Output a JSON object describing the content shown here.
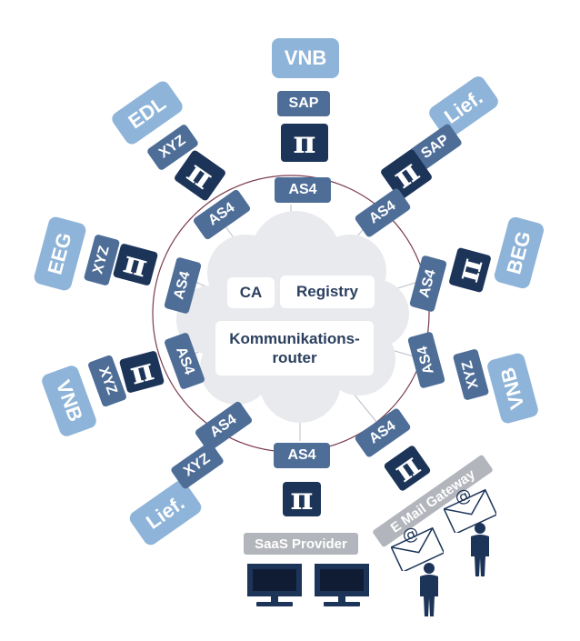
{
  "center": {
    "ca": "CA",
    "registry": "Registry",
    "router_line1": "Kommunikations-",
    "router_line2": "router"
  },
  "spokes": [
    {
      "id": "top",
      "outer": "VNB",
      "protocol": "SAP",
      "pi": "π",
      "gateway": "AS4"
    },
    {
      "id": "upper-right",
      "outer": "Lief.",
      "protocol": "SAP",
      "pi": "π",
      "gateway": "AS4"
    },
    {
      "id": "right",
      "outer": "BEG",
      "pi": "π",
      "gateway": "AS4"
    },
    {
      "id": "lower-right",
      "outer": "VNB",
      "protocol": "XYZ",
      "gateway": "AS4"
    },
    {
      "id": "email",
      "gateway": "AS4",
      "pi": "π",
      "label": "E Mail Gateway"
    },
    {
      "id": "saas",
      "gateway": "AS4",
      "pi": "π",
      "label": "SaaS Provider"
    },
    {
      "id": "lower-left",
      "outer": "Lief.",
      "protocol": "XYZ",
      "gateway": "AS4"
    },
    {
      "id": "left-lower",
      "outer": "VNB",
      "protocol": "XYZ",
      "pi": "π",
      "gateway": "AS4"
    },
    {
      "id": "left",
      "outer": "EEG",
      "protocol": "XYZ",
      "pi": "π",
      "gateway": "AS4"
    },
    {
      "id": "upper-left",
      "outer": "EDL",
      "protocol": "XYZ",
      "pi": "π",
      "gateway": "AS4"
    }
  ],
  "colors": {
    "light": "#8eb4d9",
    "mid": "#4e6e98",
    "dark": "#1d3459",
    "ring": "#7a3b4e",
    "cloud": "#e8eaee",
    "grey": "#b3b5bc"
  }
}
